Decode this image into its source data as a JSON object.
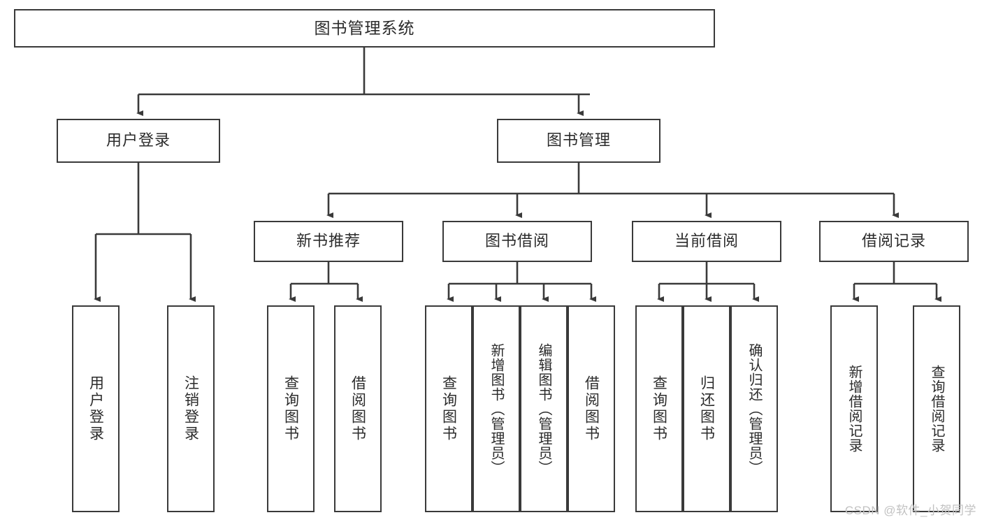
{
  "diagram": {
    "type": "tree",
    "title": "图书管理系统",
    "root": {
      "label": "图书管理系统"
    },
    "tier2": [
      {
        "label": "用户登录"
      },
      {
        "label": "图书管理"
      }
    ],
    "tier3": [
      {
        "label": "新书推荐"
      },
      {
        "label": "图书借阅"
      },
      {
        "label": "当前借阅"
      },
      {
        "label": "借阅记录"
      }
    ],
    "leaves": {
      "user_login": [
        {
          "label": "用户登录"
        },
        {
          "label": "注销登录"
        }
      ],
      "new_book": [
        {
          "label": "查询图书"
        },
        {
          "label": "借阅图书"
        }
      ],
      "borrow": [
        {
          "label": "查询图书"
        },
        {
          "label": "新增图书（管理员）"
        },
        {
          "label": "编辑图书（管理员）"
        },
        {
          "label": "借阅图书"
        }
      ],
      "current": [
        {
          "label": "查询图书"
        },
        {
          "label": "归还图书"
        },
        {
          "label": "确认归还（管理员）"
        }
      ],
      "records": [
        {
          "label": "新增借阅记录"
        },
        {
          "label": "查询借阅记录"
        }
      ]
    },
    "colors": {
      "border": "#3a3a3a",
      "text": "#2b2b2b",
      "background": "#ffffff",
      "watermark": "#c2c2c2"
    }
  },
  "watermark": {
    "text": "CSDN @软件_小贺同学"
  }
}
